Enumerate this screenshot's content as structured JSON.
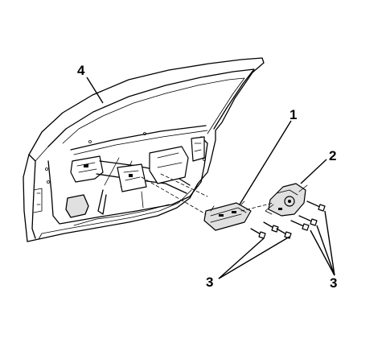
{
  "callouts": {
    "door": "4",
    "window_regulator": "1",
    "motor": "2",
    "fasteners_left": "3",
    "fasteners_right": "3"
  }
}
